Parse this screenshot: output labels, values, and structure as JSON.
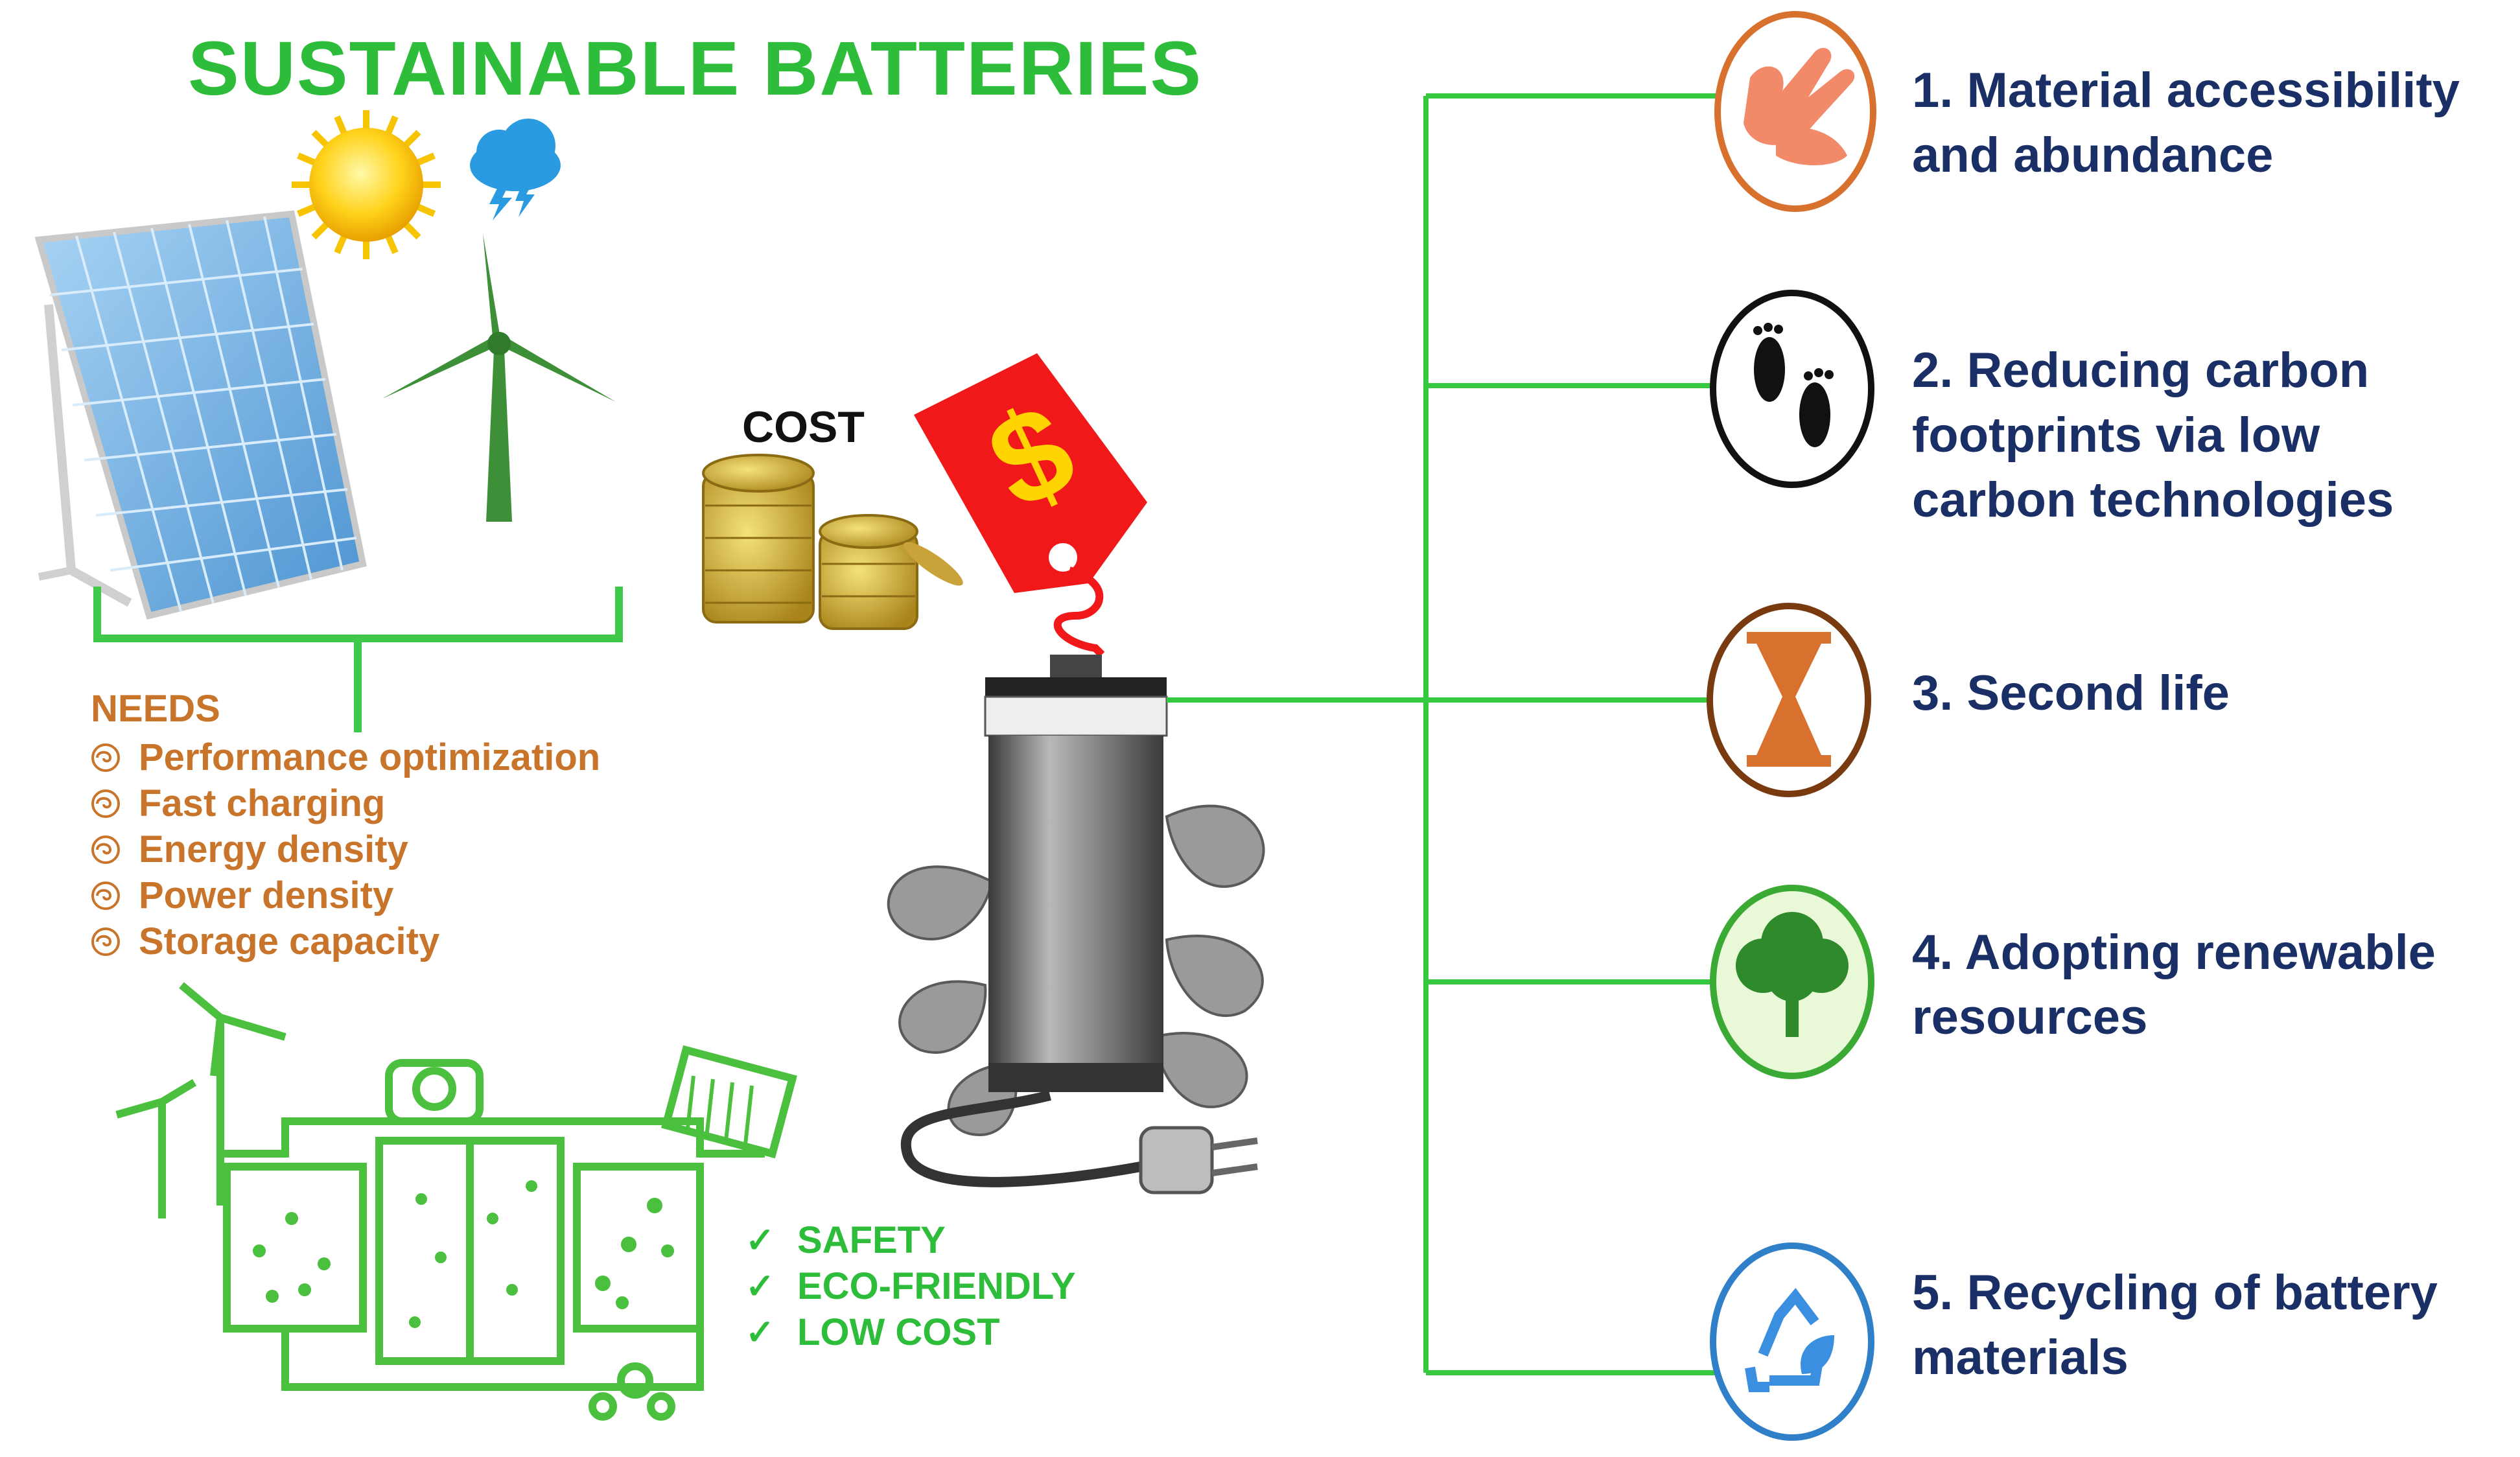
{
  "title": "SUSTAINABLE BATTERIES",
  "cost_label": "COST",
  "needs": {
    "heading": "NEEDS",
    "items": [
      "Performance optimization",
      "Fast charging",
      "Energy density",
      "Power density",
      "Storage capacity"
    ]
  },
  "features": [
    "SAFETY",
    "ECO-FRIENDLY",
    "LOW COST"
  ],
  "pillars": [
    {
      "lines": [
        "1. Material accessibility",
        "and abundance"
      ],
      "icon": "hands-icon",
      "color": "#d9712e"
    },
    {
      "lines": [
        "2. Reducing carbon",
        "footprints via low",
        "carbon technologies"
      ],
      "icon": "footprints-icon",
      "color": "#111111"
    },
    {
      "lines": [
        "3. Second life"
      ],
      "icon": "hourglass-icon",
      "color": "#d9712e"
    },
    {
      "lines": [
        "4. Adopting renewable",
        "resources"
      ],
      "icon": "tree-icon",
      "color": "#3aaa35"
    },
    {
      "lines": [
        "5. Recycling of battery",
        "materials"
      ],
      "icon": "recycle-icon",
      "color": "#2f7fc9"
    }
  ],
  "colors": {
    "accent_green": "#2ebd3a",
    "needs_orange": "#c8742a",
    "pillar_text": "#1a2f66"
  }
}
